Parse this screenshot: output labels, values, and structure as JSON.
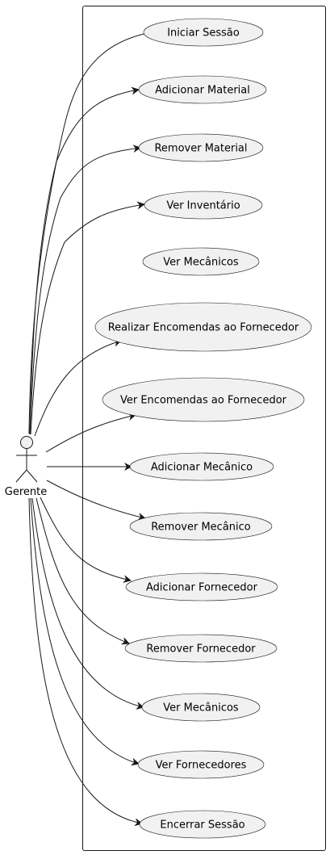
{
  "diagram": {
    "actor": {
      "name": "Gerente",
      "icon": "stick-figure-icon"
    },
    "use_cases": [
      {
        "label": "Iniciar Sessão",
        "connected": true
      },
      {
        "label": "Adicionar Material",
        "connected": true
      },
      {
        "label": "Remover Material",
        "connected": true
      },
      {
        "label": "Ver Inventário",
        "connected": true
      },
      {
        "label": "Ver Mecânicos",
        "connected": false
      },
      {
        "label": "Realizar Encomendas ao Fornecedor",
        "connected": true
      },
      {
        "label": "Ver Encomendas ao Fornecedor",
        "connected": true
      },
      {
        "label": "Adicionar Mecânico",
        "connected": true
      },
      {
        "label": "Remover Mecânico",
        "connected": true
      },
      {
        "label": "Adicionar Fornecedor",
        "connected": true
      },
      {
        "label": "Remover Fornecedor",
        "connected": true
      },
      {
        "label": "Ver Mecânicos",
        "connected": true
      },
      {
        "label": "Ver Fornecedores",
        "connected": true
      },
      {
        "label": "Encerrar Sessão",
        "connected": true
      }
    ],
    "colors": {
      "node_fill": "#f1f1f1",
      "line": "#181818",
      "background": "#ffffff"
    }
  }
}
